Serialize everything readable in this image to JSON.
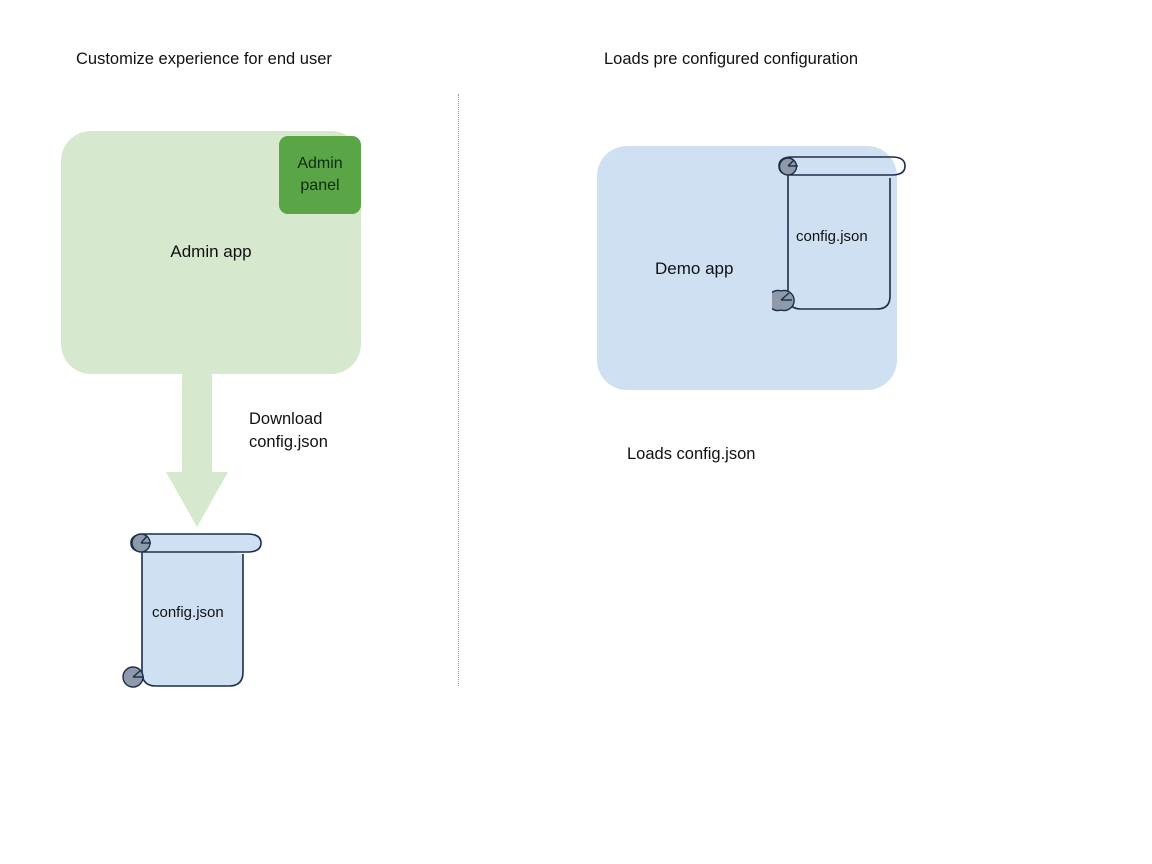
{
  "diagram": {
    "type": "flow-diagram",
    "background_color": "#ffffff",
    "panels": [
      {
        "id": "left",
        "title": "Customize experience for end user"
      },
      {
        "id": "right",
        "title": "Loads pre configured configuration"
      }
    ],
    "divider": {
      "style": "dotted-vertical",
      "color": "#9b9b9b"
    },
    "left_panel": {
      "title": "Customize experience for end user",
      "app_box": {
        "label": "Admin app",
        "fill": "#d6e8ce"
      },
      "badge": {
        "label": "Admin\npanel",
        "label_line1": "Admin",
        "label_line2": "panel",
        "fill": "#5aa546"
      },
      "arrow": {
        "label_line1": "Download",
        "label_line2": "config.json",
        "label": "Download\nconfig.json",
        "fill": "#d6e8ce",
        "direction": "down"
      },
      "document": {
        "label": "config.json",
        "fill": "#cfe0f3",
        "stroke": "#1c2d4a",
        "curl_fill": "#8e9aaa"
      }
    },
    "right_panel": {
      "title": "Loads pre configured configuration",
      "app_box": {
        "label": "Demo app",
        "fill": "#cfe0f3"
      },
      "document": {
        "label": "config.json",
        "fill": "none",
        "stroke": "#1c2d4a",
        "curl_fill": "#8e9aaa"
      },
      "caption": "Loads config.json"
    }
  }
}
